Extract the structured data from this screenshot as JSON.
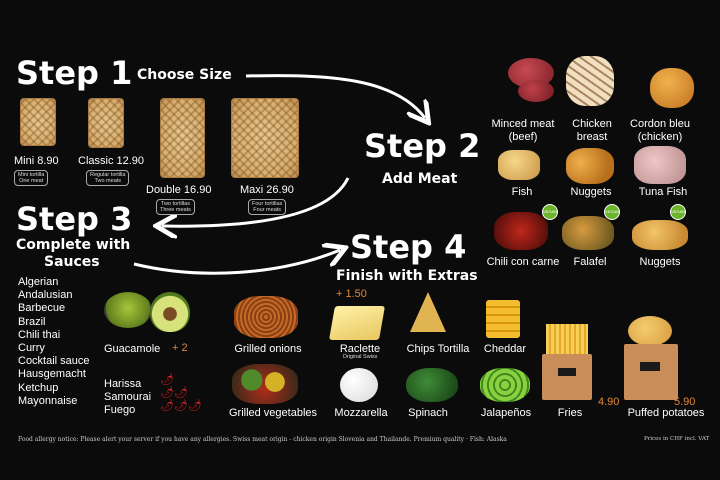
{
  "steps": {
    "step1": {
      "title": "Step 1",
      "subtitle": "Choose Size"
    },
    "step2": {
      "title": "Step 2",
      "subtitle": "Add Meat"
    },
    "step3": {
      "title": "Step 3",
      "subtitle_line1": "Complete with",
      "subtitle_line2": "Sauces"
    },
    "step4": {
      "title": "Step 4",
      "subtitle": "Finish with Extras"
    }
  },
  "sizes": [
    {
      "name": "Mini",
      "price": "8.90",
      "note1": "Mini tortilla",
      "note2": "One meat"
    },
    {
      "name": "Classic",
      "price": "12.90",
      "note1": "Regular tortilla",
      "note2": "Two meats"
    },
    {
      "name": "Double",
      "price": "16.90",
      "note1": "Two tortillas",
      "note2": "Three meats"
    },
    {
      "name": "Maxi",
      "price": "26.90",
      "note1": "Four tortillas",
      "note2": "Four meats"
    }
  ],
  "meats": [
    {
      "label_line1": "Minced meat",
      "label_line2": "(beef)"
    },
    {
      "label_line1": "Chicken",
      "label_line2": "breast"
    },
    {
      "label_line1": "Cordon bleu",
      "label_line2": "(chicken)"
    },
    {
      "label_line1": "Fish",
      "label_line2": ""
    },
    {
      "label_line1": "Nuggets",
      "label_line2": ""
    },
    {
      "label_line1": "Tuna Fish",
      "label_line2": ""
    },
    {
      "label_line1": "Chili con carne",
      "label_line2": ""
    },
    {
      "label_line1": "Falafel",
      "label_line2": ""
    },
    {
      "label_line1": "Nuggets",
      "label_line2": ""
    }
  ],
  "vegan_badge": "VEGAN",
  "sauces": [
    "Algerian",
    "Andalusian",
    "Barbecue",
    "Brazil",
    "Chili thai",
    "Curry",
    "Cocktail sauce",
    "Hausgemacht",
    "Ketchup",
    "Mayonnaise"
  ],
  "spicy_sauces": [
    "Harissa",
    "Samourai",
    "Fuego"
  ],
  "guacamole": {
    "label": "Guacamole",
    "price": "+ 2"
  },
  "extras_price": "+ 1.50",
  "extras": {
    "grilled_onions": "Grilled onions",
    "raclette": "Raclette",
    "raclette_note": "Original Swiss",
    "chips": "Chips Tortilla",
    "cheddar": "Cheddar",
    "grilled_veg": "Grilled vegetables",
    "mozzarella": "Mozzarella",
    "spinach": "Spinach",
    "jalapenos": "Jalapeños",
    "fries": "Fries",
    "fries_price": "4.90",
    "puffed": "Puffed potatoes",
    "puffed_price": "5.90"
  },
  "footer": {
    "notice": "Food allergy notice: Please alert your server if you have any allergies. Swiss meat origin - chicken origin Slovenia and Thailande. Premium quality · Fish: Alaska",
    "right": "Prices in CHF incl. VAT"
  },
  "colors": {
    "background": "#0b0b0b",
    "price": "#e0873a",
    "vegan": "#6bb52c"
  }
}
